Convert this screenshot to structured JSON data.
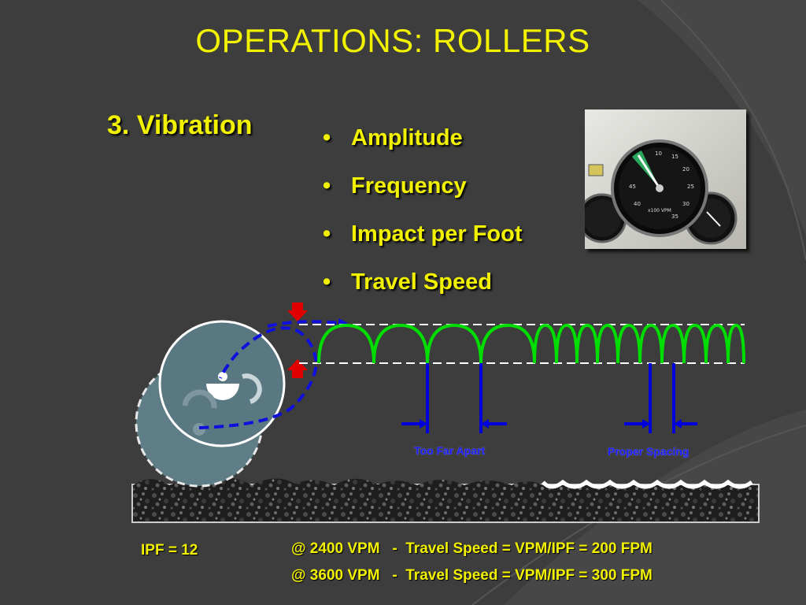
{
  "slide": {
    "title": "OPERATIONS: ROLLERS",
    "section": "3.  Vibration",
    "bullets": [
      "Amplitude",
      "Frequency",
      "Impact per Foot",
      "Travel Speed"
    ]
  },
  "diagram": {
    "label_far": "Too Far Apart",
    "label_proper": "Proper Spacing"
  },
  "formulas": {
    "ipf": "IPF = 12",
    "line1": "@ 2400 VPM   -  Travel Speed = VPM/IPF = 200 FPM",
    "line2": "@ 3600 VPM   -  Travel Speed = VPM/IPF = 300 FPM"
  },
  "colors": {
    "title": "#f2f200",
    "background": "#3d3d3d",
    "arc": "#00dd00",
    "marker": "#0000dd",
    "arrow": "#e00000"
  },
  "gauge": {
    "dial_text": "x100 VPM"
  }
}
